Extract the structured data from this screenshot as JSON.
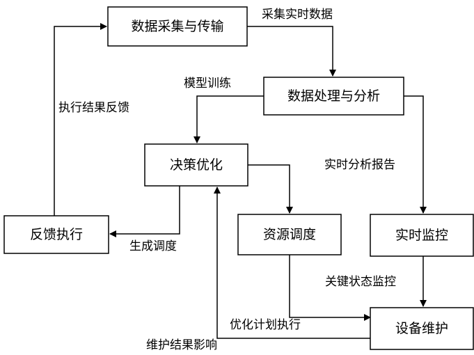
{
  "nodes": {
    "data_collection": "数据采集与传输",
    "data_processing": "数据处理与分析",
    "decision_optimization": "决策优化",
    "feedback_execution": "反馈执行",
    "resource_scheduling": "资源调度",
    "realtime_monitoring": "实时监控",
    "equipment_maintenance": "设备维护"
  },
  "edges": {
    "collect_realtime_data": "采集实时数据",
    "model_training": "模型训练",
    "execution_feedback": "执行结果反馈",
    "realtime_analysis_report": "实时分析报告",
    "generate_schedule": "生成调度",
    "key_status_monitoring": "关键状态监控",
    "optimization_plan_execution": "优化计划执行",
    "maintenance_result_impact": "维护结果影响"
  }
}
